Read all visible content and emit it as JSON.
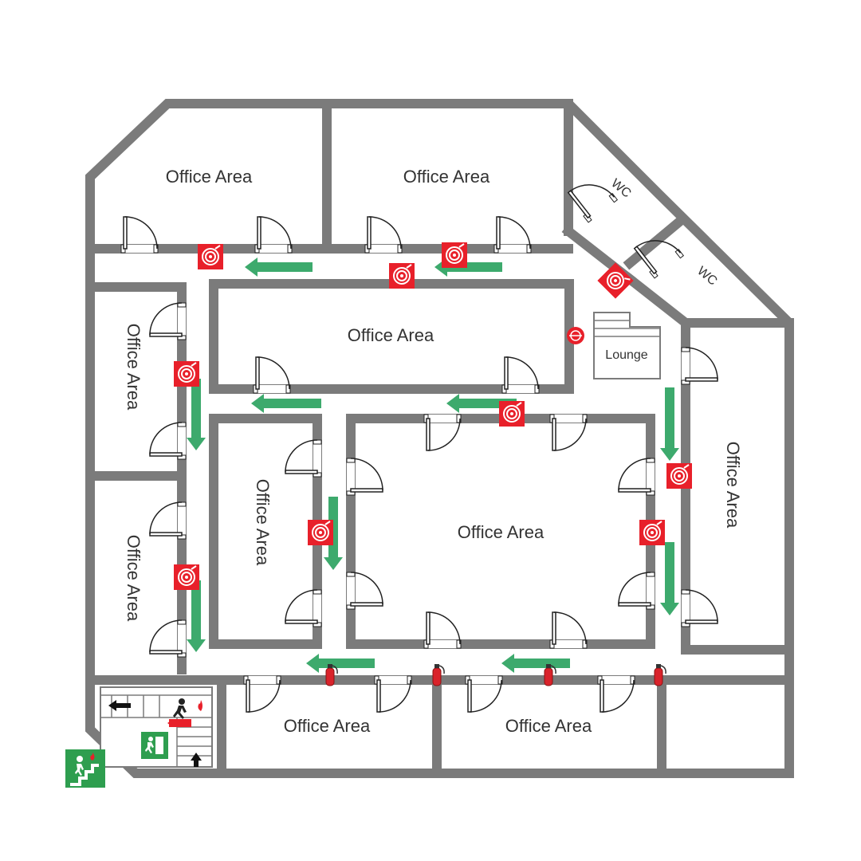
{
  "rooms": {
    "office_top_left": "Office Area",
    "office_top_mid": "Office Area",
    "office_center_upper": "Office Area",
    "office_left_upper": "Office Area",
    "office_left_lower": "Office Area",
    "office_inner_left": "Office Area",
    "office_center": "Office Area",
    "office_right": "Office Area",
    "office_bottom_left": "Office Area",
    "office_bottom_right": "Office Area",
    "wc_1": "WC",
    "wc_2": "WC",
    "lounge": "Lounge"
  },
  "colors": {
    "wall": "#7b7b7b",
    "exit_arrow": "#3daa6d",
    "fire_equipment": "#e8202a",
    "exit_sign": "#2e9e4f"
  },
  "icons": {
    "fire_hose": "fire-hose-reel-icon",
    "extinguisher": "fire-extinguisher-icon",
    "alarm": "fire-alarm-icon",
    "exit_arrow": "evacuation-arrow-icon",
    "stair_exit": "stair-exit-sign-icon",
    "emergency_exit": "emergency-exit-sign-icon"
  }
}
